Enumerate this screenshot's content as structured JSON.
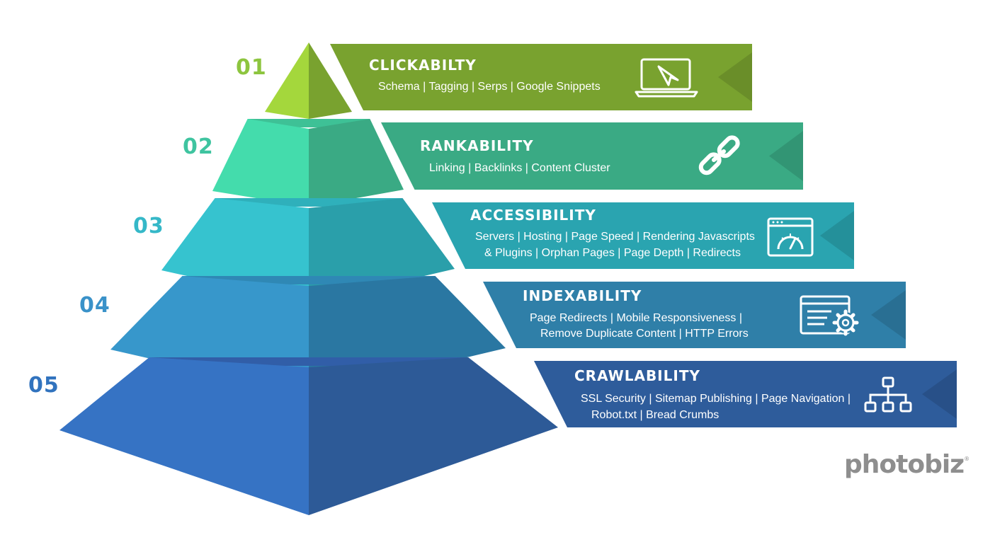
{
  "levels": [
    {
      "num": "01",
      "title": "CLICKABILTY",
      "line1": "Schema | Tagging | Serps | Google Snippets",
      "line2": "",
      "icon": "laptop-cursor-icon",
      "color": "#79a22f"
    },
    {
      "num": "02",
      "title": "RANKABILITY",
      "line1": "Linking | Backlinks | Content Cluster",
      "line2": "",
      "icon": "chain-link-icon",
      "color": "#3aaa84"
    },
    {
      "num": "03",
      "title": "ACCESSIBILITY",
      "line1": "Servers | Hosting | Page Speed | Rendering Javascripts",
      "line2": "& Plugins | Orphan Pages  | Page Depth | Redirects",
      "icon": "speedometer-window-icon",
      "color": "#2aa4b0"
    },
    {
      "num": "04",
      "title": "INDEXABILITY",
      "line1": "Page Redirects | Mobile Responsiveness |",
      "line2": "Remove Duplicate Content | HTTP Errors",
      "icon": "document-gear-icon",
      "color": "#2f7fa8"
    },
    {
      "num": "05",
      "title": "CRAWLABILITY",
      "line1": "SSL Security | Sitemap Publishing | Page Navigation |",
      "line2": "Robot.txt | Bread Crumbs",
      "icon": "sitemap-icon",
      "color": "#2e5c9b"
    }
  ],
  "brand": {
    "name": "photobiz",
    "mark": "®"
  },
  "colors": {
    "num_colors": [
      "#8dc53f",
      "#3fc4a0",
      "#35b8c8",
      "#3a92c9",
      "#3173be"
    ],
    "tier_front_left": [
      "#a4d73c",
      "#44dcac",
      "#36c3cf",
      "#3797cb",
      "#3673c4"
    ],
    "tier_front_right": [
      "#79a22f",
      "#3aaa84",
      "#2a9faa",
      "#2a77a2",
      "#2d5a97"
    ],
    "tier_top": [
      "#8fbf35",
      "#3ec196",
      "#2fb0bb",
      "#2f88b5",
      "#315ea8"
    ]
  }
}
